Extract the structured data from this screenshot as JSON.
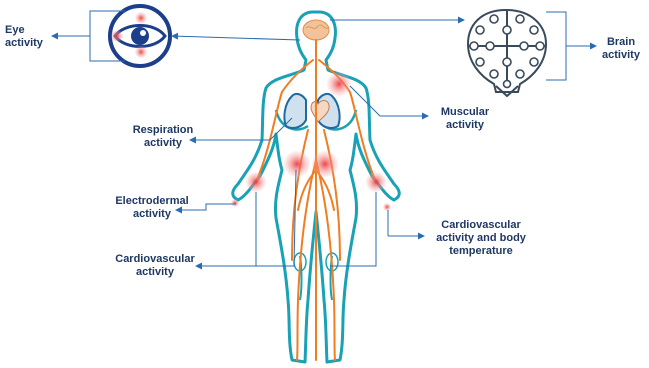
{
  "labels": {
    "eye": [
      "Eye",
      "activity"
    ],
    "brain": [
      "Brain",
      "activity"
    ],
    "muscular": [
      "Muscular",
      "activity"
    ],
    "respiration": [
      "Respiration",
      "activity"
    ],
    "electrodermal": [
      "Electrodermal",
      "activity"
    ],
    "cardio_left": [
      "Cardiovascular",
      "activity"
    ],
    "cardio_right": [
      "Cardiovascular",
      "activity and body",
      "temperature"
    ]
  },
  "colors": {
    "body_outline": "#19a1b5",
    "nerves": "#ef7d22",
    "lungs": "#1e6aa1",
    "arrows": "#2b6cb0",
    "text": "#1f3864",
    "sensor_glow": "#f29a9a",
    "sensor_core": "#e8303a",
    "eye_ring": "#1c3f8c"
  },
  "icons": {
    "eye": "eye-icon",
    "brain": "eeg-head-icon"
  }
}
